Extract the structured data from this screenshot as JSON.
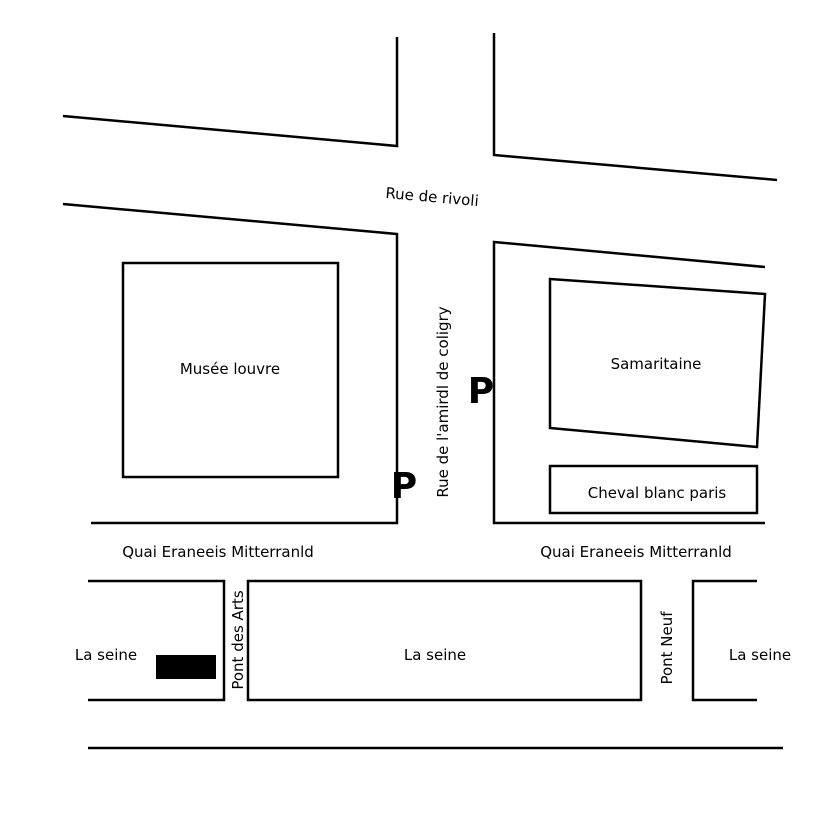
{
  "streets": {
    "rue_rivoli": "Rue de rivoli",
    "rue_coligny": "Rue de l'amirdl de coligry",
    "quai_left": "Quai Eraneeis Mitterranld",
    "quai_right": "Quai Eraneeis Mitterranld"
  },
  "buildings": {
    "louvre": "Musée louvre",
    "samaritaine": "Samaritaine",
    "cheval_blanc": "Cheval blanc paris"
  },
  "parking": {
    "p1": "P",
    "p2": "P"
  },
  "river": {
    "left": "La seine",
    "center": "La seine",
    "right": "La seine"
  },
  "bridges": {
    "pont_arts": "Pont  des Arts",
    "pont_neuf": "Pont Neuf"
  },
  "colors": {
    "ink": "#000000",
    "background": "#ffffff"
  }
}
